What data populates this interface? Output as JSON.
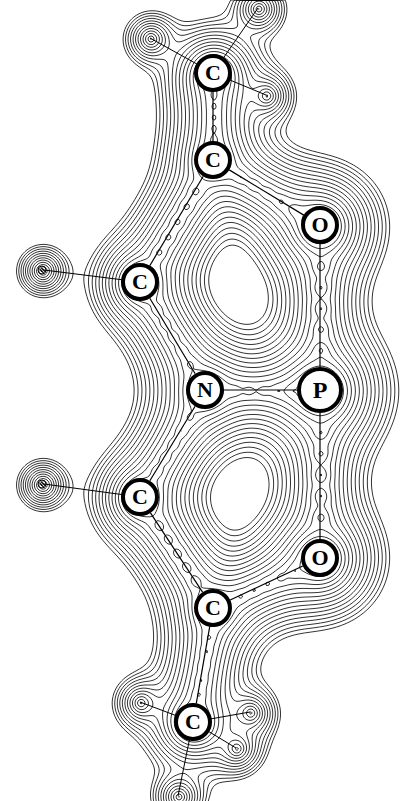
{
  "diagram": {
    "nodes": [
      {
        "text": [
          "C"
        ]
      },
      {
        "text": [
          "C"
        ]
      },
      {
        "text": [
          "O"
        ]
      },
      {
        "text": [
          "C"
        ]
      },
      {
        "text": [
          "N"
        ]
      },
      {
        "text": [
          "P"
        ]
      },
      {
        "text": [
          "C"
        ]
      },
      {
        "text": [
          "O"
        ]
      },
      {
        "text": [
          "C"
        ]
      },
      {
        "text": [
          "C"
        ]
      }
    ],
    "edges": [
      {
        "from": 0,
        "to": 1,
        "arrow": "none"
      },
      {
        "from": 1,
        "to": 2,
        "arrow": "none"
      },
      {
        "from": 1,
        "to": 3,
        "arrow": "none"
      },
      {
        "from": 2,
        "to": 5,
        "arrow": "none"
      },
      {
        "from": 3,
        "to": 4,
        "arrow": "none"
      },
      {
        "from": 4,
        "to": 5,
        "arrow": "none"
      },
      {
        "from": 4,
        "to": 6,
        "arrow": "none"
      },
      {
        "from": 6,
        "to": 8,
        "arrow": "none"
      },
      {
        "from": 8,
        "to": 7,
        "arrow": "none"
      },
      {
        "from": 5,
        "to": 7,
        "arrow": "none"
      },
      {
        "from": 8,
        "to": 9,
        "arrow": "none"
      }
    ]
  }
}
